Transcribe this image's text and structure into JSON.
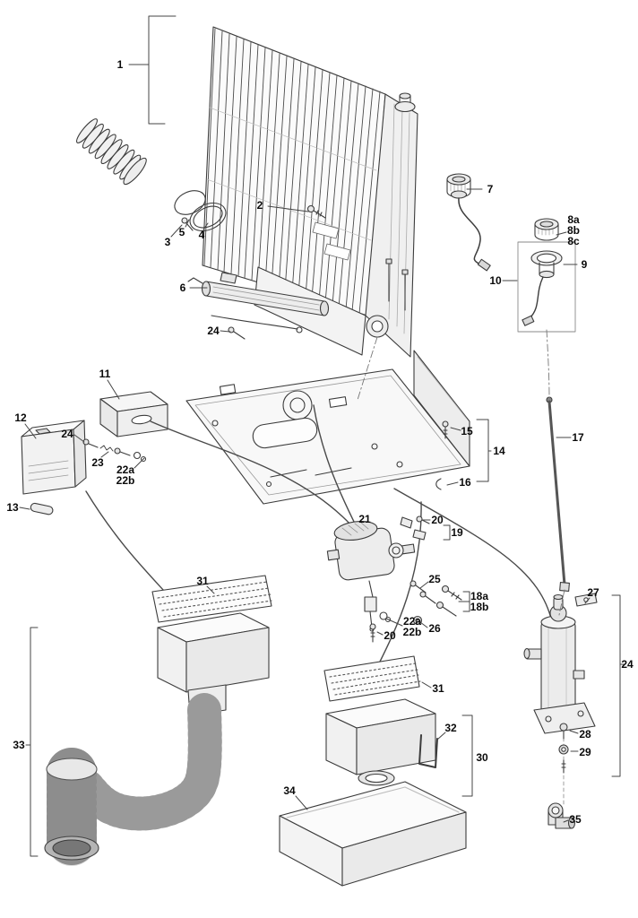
{
  "colors": {
    "line_art": "#3c3c3c",
    "label_text": "#0a0a0a",
    "background": "#ffffff"
  },
  "callouts": [
    {
      "text": "1"
    },
    {
      "text": "2"
    },
    {
      "text": "3"
    },
    {
      "text": "5"
    },
    {
      "text": "4"
    },
    {
      "text": "6"
    },
    {
      "text": "7"
    },
    {
      "text": "8a"
    },
    {
      "text": "8b"
    },
    {
      "text": "8c"
    },
    {
      "text": "9"
    },
    {
      "text": "10"
    },
    {
      "text": "24"
    },
    {
      "text": "11"
    },
    {
      "text": "12"
    },
    {
      "text": "24"
    },
    {
      "text": "23"
    },
    {
      "text": "22a"
    },
    {
      "text": "22b"
    },
    {
      "text": "13"
    },
    {
      "text": "15"
    },
    {
      "text": "14"
    },
    {
      "text": "16"
    },
    {
      "text": "17"
    },
    {
      "text": "20"
    },
    {
      "text": "19"
    },
    {
      "text": "21"
    },
    {
      "text": "25"
    },
    {
      "text": "18a"
    },
    {
      "text": "18b"
    },
    {
      "text": "22a"
    },
    {
      "text": "22b"
    },
    {
      "text": "26"
    },
    {
      "text": "20"
    },
    {
      "text": "31"
    },
    {
      "text": "27"
    },
    {
      "text": "24"
    },
    {
      "text": "28"
    },
    {
      "text": "29"
    },
    {
      "text": "33"
    },
    {
      "text": "31"
    },
    {
      "text": "32"
    },
    {
      "text": "30"
    },
    {
      "text": "34"
    },
    {
      "text": "35"
    }
  ]
}
